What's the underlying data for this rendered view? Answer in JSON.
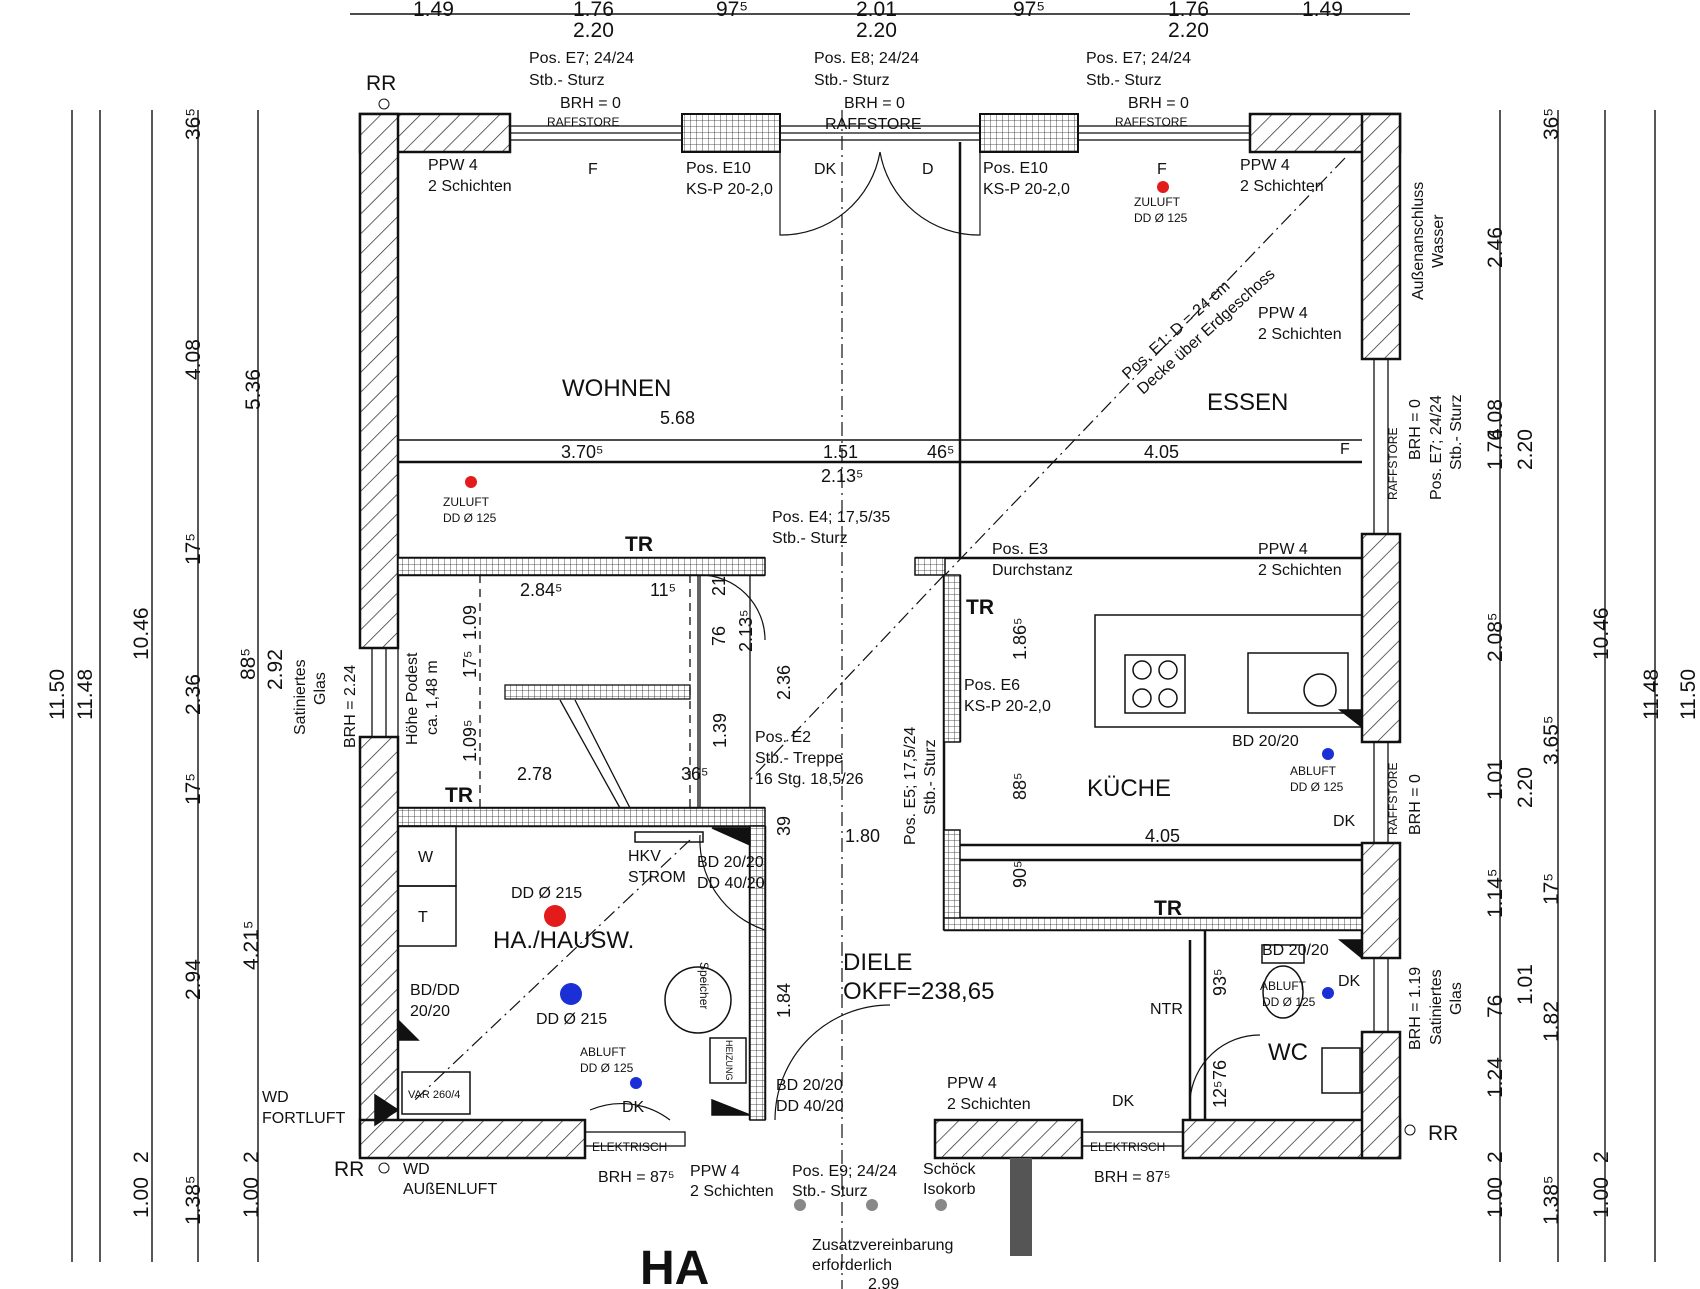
{
  "colors": {
    "supply": "#e31b1b",
    "exhaust": "#1a2fd6",
    "line": "#111111",
    "hatch": "#222222"
  },
  "rooms": {
    "wohnen": "WOHNEN",
    "essen": "ESSEN",
    "kueche": "KÜCHE",
    "diele": "DIELE",
    "diele_level": "OKFF=238,65",
    "hausw": "HA./HAUSW.",
    "wc": "WC"
  },
  "markers": {
    "rr": "RR",
    "ha": "HA",
    "tr": "TR",
    "ntr": "NTR",
    "dk": "DK",
    "d": "D",
    "f": "F",
    "w": "W",
    "t": "T"
  },
  "top_annotations": {
    "pos_e7_left": "Pos. E7; 24/24",
    "stb_sturz": "Stb.- Sturz",
    "brh0": "BRH = 0",
    "pos_e8": "Pos. E8; 24/24",
    "pos_e7_right": "Pos. E7; 24/24",
    "raffstore": "RAFFSTORE",
    "ppw4": "PPW 4",
    "schichten2": "2 Schichten",
    "pos_e10": "Pos. E10",
    "ksp": "KS-P 20-2,0",
    "zuluft": "ZULUFT",
    "dd125": "DD Ø 125",
    "aussenanschluss": "Außenanschluss",
    "wasser": "Wasser"
  },
  "slab_note": {
    "line1": "Pos. E1: D = 24 cm",
    "line2": "Decke über Erdgeschoss"
  },
  "inner_dims": {
    "d568": "5.68",
    "d3705": "3.70⁵",
    "d151": "1.51",
    "d465": "46⁵",
    "d2135": "2.13⁵",
    "d405": "4.05",
    "d2845": "2.84⁵",
    "d115": "11⁵",
    "d21": "21",
    "d76": "76",
    "d2135b": "2.13⁵",
    "d109": "1.09",
    "d175": "17⁵",
    "d1095": "1.09⁵",
    "d278": "2.78",
    "d365": "36⁵",
    "d139": "1.39",
    "d236": "2.36",
    "d1865": "1.86⁵",
    "d885": "88⁵",
    "d39": "39",
    "d180": "1.80",
    "d905": "90⁵",
    "d184": "1.84",
    "d935": "93⁵",
    "d125": "12⁵",
    "d76b": "76"
  },
  "mid_annotations": {
    "pos_e4": "Pos. E4; 17,5/35",
    "pos_e3": "Pos. E3",
    "durchstanz": "Durchstanz",
    "pos_e6": "Pos. E6",
    "pos_e2": "Pos. E2",
    "stb_treppe": "Stb.- Treppe",
    "stufen": "16 Stg. 18,5/26",
    "pos_e5": "Pos. E5; 17,5/24",
    "hoehe_podest": "Höhe Podest",
    "podest_val": "ca. 1,48 m",
    "brh224": "BRH = 2.24",
    "satiniertes": "Satiniertes",
    "glas": "Glas",
    "bd2020": "BD 20/20",
    "abluft": "ABLUFT",
    "pos_e7_side": "Pos. E7; 24/24"
  },
  "lower_annotations": {
    "hkv": "HKV",
    "strom": "STROM",
    "bd_top": "BD 20/20",
    "dd4020": "DD 40/20",
    "dd215": "DD Ø 215",
    "bddd": "BD/DD",
    "dd2020": "20/20",
    "speicher": "Speicher",
    "heizung": "HEIZUNG",
    "var": "VAR 260/4",
    "wd": "WD",
    "fortluft": "FORTLUFT",
    "aussenluft": "AUßENLUFT",
    "elektrisch": "ELEKTRISCH",
    "brh875": "BRH = 87⁵",
    "pos_e9": "Pos. E9; 24/24",
    "schoeck": "Schöck",
    "isokorb": "Isokorb",
    "zusatz1": "Zusatzvereinbarung",
    "zusatz2": "erforderlich",
    "d299": "2.99",
    "brh119": "BRH = 1.19"
  },
  "top_dims": [
    "1.49",
    "1.76",
    "97⁵",
    "2.01",
    "97⁵",
    "1.76",
    "1.49"
  ],
  "top_dims2": [
    "2.20",
    "2.20",
    "2.20"
  ],
  "left_dims": {
    "c1": [
      "11.50"
    ],
    "c2": [
      "11.48"
    ],
    "c3": [
      "10.46",
      "2",
      "1.00"
    ],
    "c4": [
      "36⁵",
      "4.08",
      "17⁵",
      "2.36",
      "17⁵",
      "2.94",
      "1.38⁵"
    ],
    "c5": [
      "5.36",
      "88⁵",
      "2.92",
      "4.21⁵",
      "2",
      "1.00"
    ]
  },
  "right_dims": {
    "c1": [
      "2.46",
      "4.08",
      "1.76",
      "2.08⁵",
      "1.01",
      "1.14⁵",
      "76",
      "1.24",
      "2",
      "1.00"
    ],
    "c2": [
      "36⁵",
      "2.20",
      "3.65⁵",
      "2.20",
      "17⁵",
      "1.01",
      "1.82",
      "1.38⁵"
    ],
    "c3": [
      "10.46",
      "2",
      "1.00"
    ],
    "c4": [
      "11.48"
    ],
    "c5": [
      "11.50"
    ]
  }
}
